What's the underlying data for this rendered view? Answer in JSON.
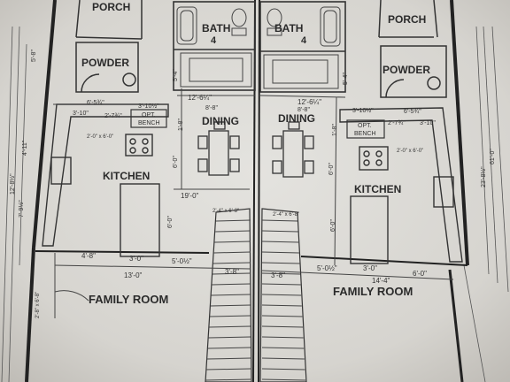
{
  "rooms": {
    "porch_left": "PORCH",
    "porch_right": "PORCH",
    "bath_left": "BATH",
    "bath_left_num": "4",
    "bath_right": "BATH",
    "bath_right_num": "4",
    "powder_left": "POWDER",
    "powder_right": "POWDER",
    "dining_left": "DINING",
    "dining_right": "DINING",
    "kitchen_left": "KITCHEN",
    "kitchen_right": "KITCHEN",
    "family_left": "FAMILY ROOM",
    "family_right": "FAMILY ROOM",
    "bench_left_1": "OPT.",
    "bench_left_2": "BENCH",
    "bench_right_1": "OPT.",
    "bench_right_2": "BENCH"
  },
  "dimensions": {
    "d_12_6_l": "12'-6¼\"",
    "d_12_6_r": "12'-6¼\"",
    "d_8_8_l": "8'-8\"",
    "d_8_8_r": "8'-8\"",
    "d_6_5_l": "6'-5¾\"",
    "d_6_5_r": "6'-5¾\"",
    "d_3_10h_l": "3'-10½\"",
    "d_3_10h_r": "3'-10½\"",
    "d_3_10_l": "3'-10\"",
    "d_3_10_r": "3'-10\"",
    "d_2_7_l": "2'-7¾\"",
    "d_2_7_r": "2'-7¾\"",
    "d_19_0": "19'-0\"",
    "d_6_0_a": "6'-0\"",
    "d_6_0_b": "6'-0\"",
    "d_6_0_c": "6'-0\"",
    "d_6_0_d": "6'-0\"",
    "d_4_8": "4'-8\"",
    "d_3_0_l": "3'-0\"",
    "d_3_0_r": "3'-0\"",
    "d_5_0_l": "5'-0½\"",
    "d_5_0_r": "5'-0½\"",
    "d_6_0_bot": "6'-0\"",
    "d_13_0": "13'-0\"",
    "d_14_4": "14'-4\"",
    "d_3_8_l": "3'-8\"",
    "d_3_8_r": "3'-8\"",
    "d_2_4_l": "2'-4\" x 6'-8\"",
    "d_2_4_r": "2'-4\" x 6'-8\"",
    "d_5_8": "5'-8\"",
    "d_4_11": "4'-11\"",
    "d_7_9": "7'-9½\"",
    "d_12_8": "12'-8½\"",
    "d_23_8": "23'-8½\"",
    "d_61_0": "61'-0\"",
    "d_5_4_l": "5'-4\"",
    "d_5_4_r": "5'-4\"",
    "d_1_8_l": "1'-8\"",
    "d_1_8_r": "1'-8\"",
    "d_2_8_l": "2'-8\" x 6'-8\"",
    "d_2_0_l": "2'-0\" x 6'-0\"",
    "d_2_0_r": "2'-0\" x 6'-0\""
  }
}
